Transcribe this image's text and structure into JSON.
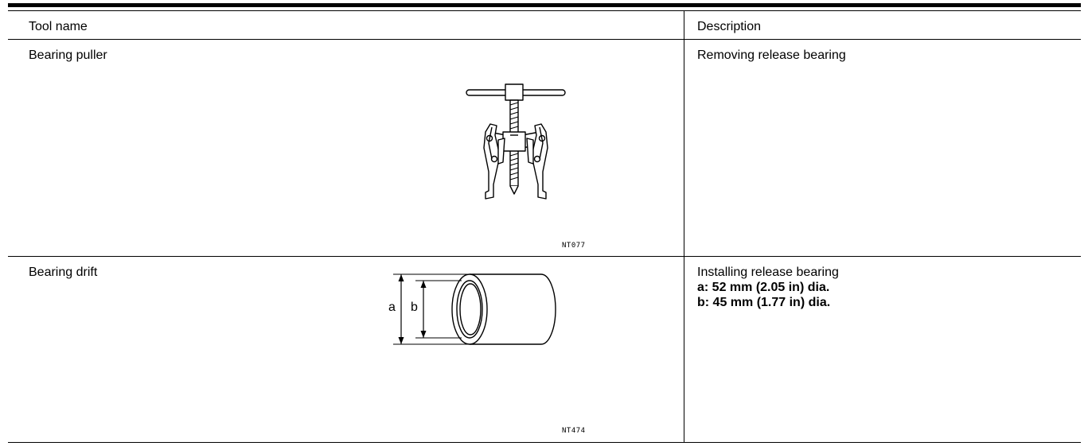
{
  "table": {
    "headers": {
      "tool_name": "Tool name",
      "description": "Description"
    },
    "rows": [
      {
        "tool_name": "Bearing puller",
        "figure_code": "NT077",
        "description_lines": [
          "Removing release bearing"
        ]
      },
      {
        "tool_name": "Bearing drift",
        "figure_code": "NT474",
        "figure_labels": {
          "a": "a",
          "b": "b"
        },
        "description_lines": [
          "Installing release bearing"
        ],
        "specs": [
          "a: 52 mm (2.05 in) dia.",
          "b: 45 mm (1.77 in) dia."
        ]
      }
    ]
  }
}
